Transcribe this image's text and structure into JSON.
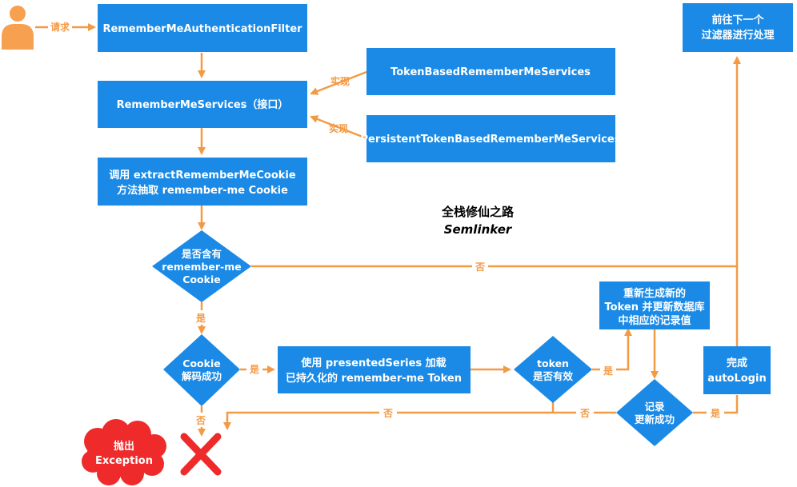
{
  "colors": {
    "box": "#1a8ae6",
    "arrow": "#f39a45",
    "label": "#f39a45",
    "error": "#ee2a2a",
    "person": "#f7a050"
  },
  "user": {
    "icon": "person-icon",
    "request_label": "请求"
  },
  "nodes": {
    "filter": "RememberMeAuthenticationFilter",
    "services": "RememberMeServices（接口）",
    "token_based": "TokenBasedRememberMeServices",
    "persistent": "PersistentTokenBasedRememberMeServices",
    "extract_line1": "调用 extractRememberMeCookie",
    "extract_line2": "方法抽取 remember-me Cookie",
    "has_cookie_line1": "是否含有",
    "has_cookie_line2": "remember-me",
    "has_cookie_line3": "Cookie",
    "decode_line1": "Cookie",
    "decode_line2": "解码成功",
    "load_line1": "使用 presentedSeries 加载",
    "load_line2": "已持久化的 remember-me Token",
    "token_valid_line1": "token",
    "token_valid_line2": "是否有效",
    "regen_line1": "重新生成新的",
    "regen_line2": "Token 并更新数据库",
    "regen_line3": "中相应的记录值",
    "record_line1": "记录",
    "record_line2": "更新成功",
    "complete_line1": "完成",
    "complete_line2": "autoLogin",
    "next_line1": "前往下一个",
    "next_line2": "过滤器进行处理",
    "exception_line1": "抛出",
    "exception_line2": "Exception"
  },
  "edge_labels": {
    "implements": "实现",
    "yes": "是",
    "no": "否"
  },
  "watermark": {
    "line1": "全栈修仙之路",
    "line2": "Semlinker"
  },
  "icons": {
    "error_mark": "x-mark-icon"
  }
}
